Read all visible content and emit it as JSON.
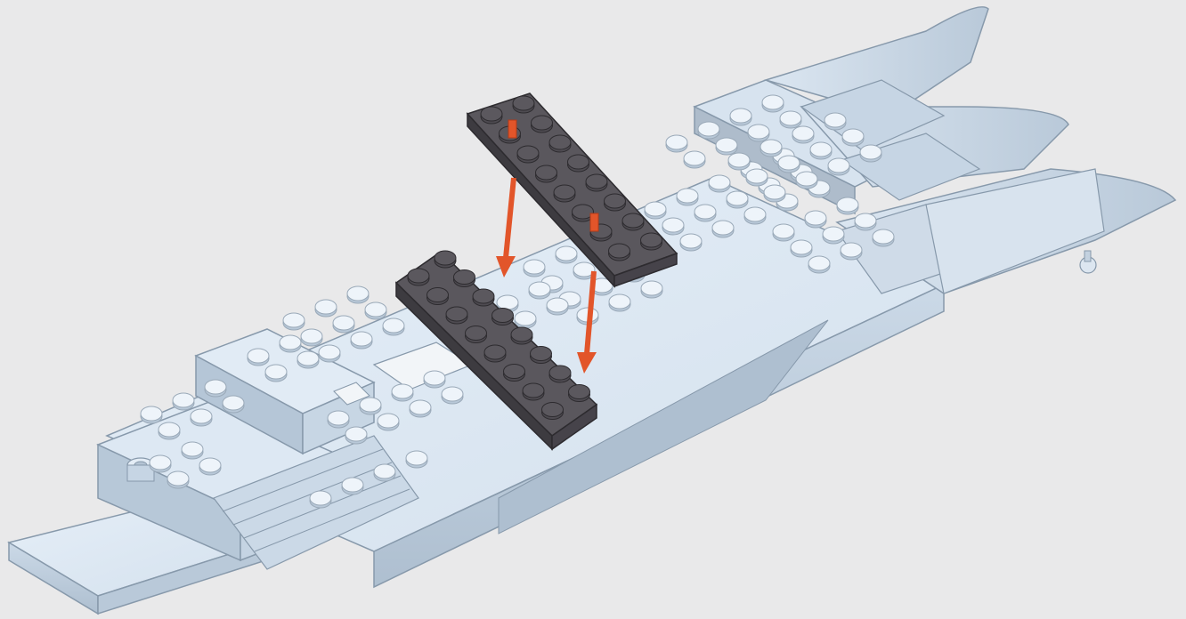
{
  "scene": {
    "description_free": true,
    "colors": {
      "background": "#e9e9ea",
      "hull_light": "#e2ecf6",
      "hull_mid": "#c9d7e5",
      "hull_shadow": "#a9b9c9",
      "hull_outline": "#8799ab",
      "dark_plate": "#4e4b51",
      "dark_plate_top": "#5a575d",
      "arrow": "#e2552a"
    },
    "icons": {
      "arrow": "down-arrow-icon",
      "pin": "orange-pin"
    },
    "parts": {
      "upper_plate": "dark-plate-2x8",
      "lower_plate": "dark-plate-2x8"
    }
  }
}
